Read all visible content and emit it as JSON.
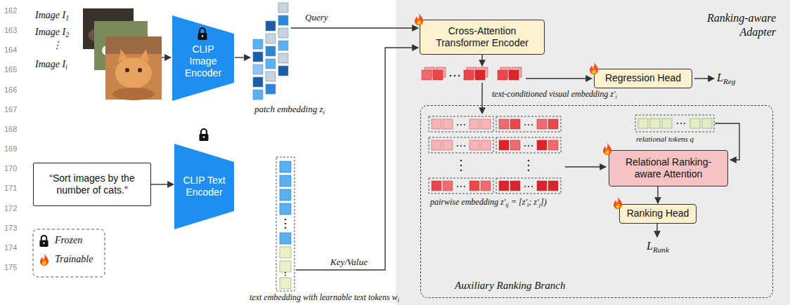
{
  "diagram": {
    "nodes": [
      {
        "text": [
          "CLIP Image Encoder"
        ]
      },
      {
        "text": [
          "Ranking-aware Adapter"
        ]
      },
      {
        "text": [
          "Cross-Attention Transformer Encoder"
        ],
        "in": 1
      },
      {
        "text": [
          "Regression Head"
        ],
        "in": 1
      },
      {
        "text": [
          "Auxiliary Ranking Branch"
        ],
        "in": 1
      },
      {
        "text": [
          "Relational Ranking-aware Attention"
        ],
        "in": 4
      },
      {
        "text": [
          "Ranking Head"
        ],
        "in": 4
      },
      {
        "text": [
          "“Sort images by the number of cats.”"
        ]
      },
      {
        "text": [
          "CLIP Text Encoder"
        ]
      }
    ],
    "edges": [
      {
        "from": 7,
        "to": 8,
        "arrow": "to"
      },
      {
        "from": 5,
        "to": 6,
        "arrow": "to"
      }
    ],
    "labels": [
      "162",
      "163",
      "164",
      "165",
      "166",
      "167",
      "168",
      "169",
      "170",
      "171",
      "172",
      "173",
      "174",
      "175",
      "Image I",
      "1",
      "Image I",
      "2",
      "⋮",
      "Image I",
      "i",
      "patch embedding z",
      "i",
      "Query",
      "Key/Value",
      "text embedding with learnable text tokens w",
      "i",
      "text-conditioned visual embedding z′",
      "i",
      "L",
      "Reg",
      "relational tokens q",
      "pairwise embedding z′",
      "ij",
      "= [z′",
      "i",
      "; z′",
      "j",
      "])",
      "L",
      "Rank"
    ],
    "legend": [
      {
        "text": "Frozen"
      },
      {
        "text": "Trainable"
      }
    ]
  }
}
